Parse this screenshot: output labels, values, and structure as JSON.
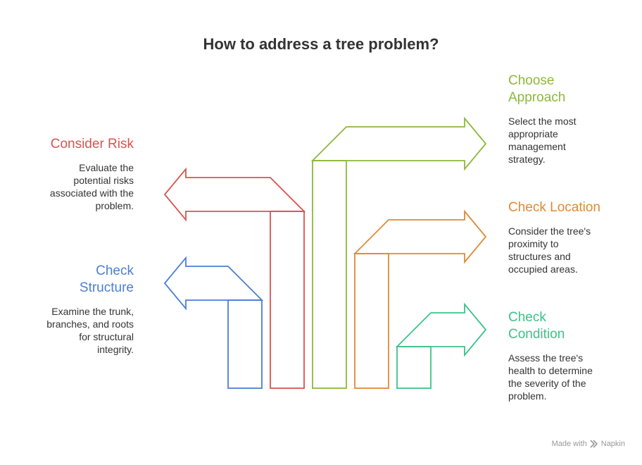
{
  "title": "How to address a tree problem?",
  "steps": [
    {
      "key": "check-structure",
      "head": "Check Structure",
      "head_lines": [
        "Check",
        "Structure"
      ],
      "desc_lines": [
        "Examine the trunk,",
        "branches, and roots",
        "for structural",
        "integrity."
      ],
      "color": "#4a7fd6"
    },
    {
      "key": "consider-risk",
      "head": "Consider Risk",
      "head_lines": [
        "Consider Risk"
      ],
      "desc_lines": [
        "Evaluate the",
        "potential risks",
        "associated with the",
        "problem."
      ],
      "color": "#d9534f"
    },
    {
      "key": "choose-approach",
      "head": "Choose Approach",
      "head_lines": [
        "Choose",
        "Approach"
      ],
      "desc_lines": [
        "Select the most",
        "appropriate",
        "management",
        "strategy."
      ],
      "color": "#8db83a"
    },
    {
      "key": "check-location",
      "head": "Check Location",
      "head_lines": [
        "Check Location"
      ],
      "desc_lines": [
        "Consider the tree's",
        "proximity to",
        "structures and",
        "occupied areas."
      ],
      "color": "#e08a35"
    },
    {
      "key": "check-condition",
      "head": "Check Condition",
      "head_lines": [
        "Check",
        "Condition"
      ],
      "desc_lines": [
        "Assess the tree's",
        "health to determine",
        "the severity of the",
        "problem."
      ],
      "color": "#3cc28a"
    }
  ],
  "footer": {
    "made_with": "Made with",
    "brand": "Napkin"
  },
  "icons": {
    "brand_icon": "napkin-logo-icon"
  }
}
